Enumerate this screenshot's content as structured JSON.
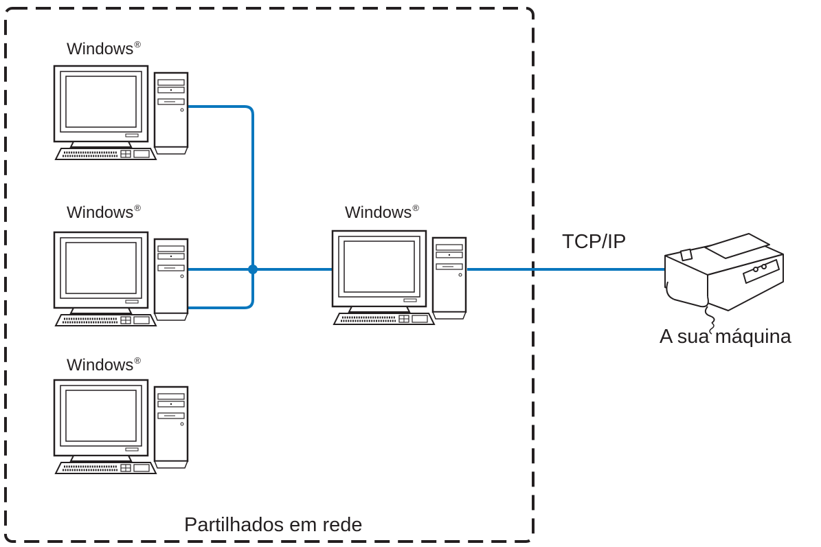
{
  "colors": {
    "network_line": "#0a77bd",
    "outline": "#231f20",
    "background": "#ffffff"
  },
  "computers": [
    {
      "label": "Windows",
      "mark": "®"
    },
    {
      "label": "Windows",
      "mark": "®"
    },
    {
      "label": "Windows",
      "mark": "®"
    },
    {
      "label": "Windows",
      "mark": "®"
    }
  ],
  "protocol_label": "TCP/IP",
  "machine_label": "A sua máquina",
  "group_label": "Partilhados em rede",
  "icons": [
    "desktop-computer-icon",
    "printer-fax-icon"
  ]
}
